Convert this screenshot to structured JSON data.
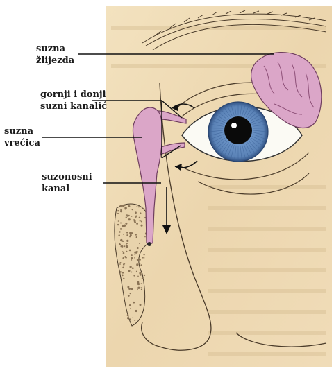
{
  "labels": {
    "lacrimal_gland": {
      "line1": "suzna",
      "line2": "žlijezda"
    },
    "canaliculi": {
      "line1": "gornji i donji",
      "line2": "suzni kanalić"
    },
    "lacrimal_sac": {
      "line1": "suzna",
      "line2": "vrećica"
    },
    "nasolacrimal_duct": {
      "line1": "suzonosni",
      "line2": "kanal"
    }
  },
  "colors": {
    "parchment": "#efdcb6",
    "gland_pink": "#dba6c8",
    "iris_blue": "#5f86b8",
    "ink": "#1a1a1a",
    "bone_speckle": "#8a7355"
  }
}
